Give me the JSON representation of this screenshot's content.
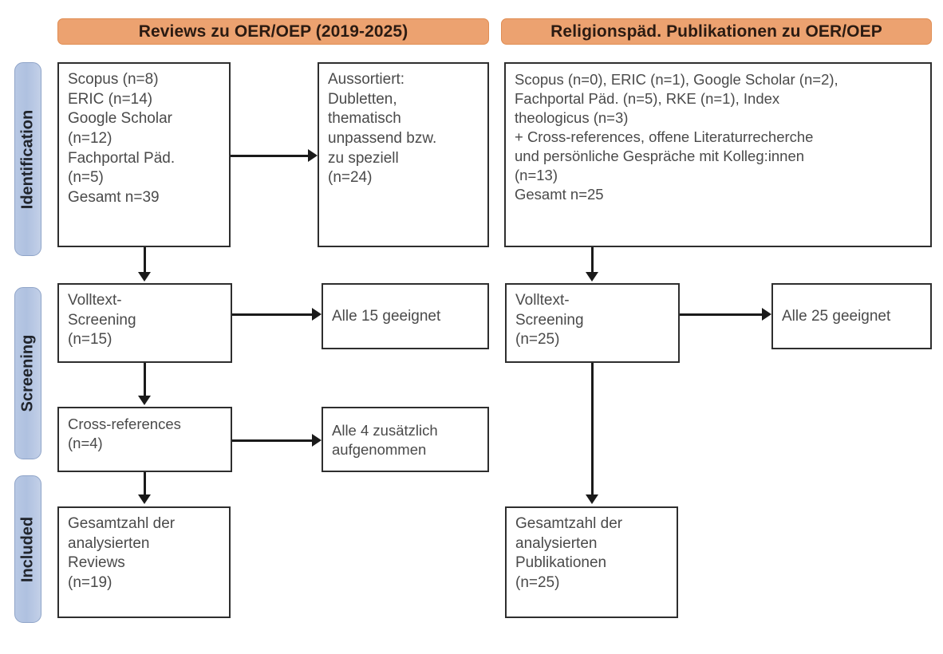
{
  "columns": {
    "left": {
      "header": "Reviews zu OER/OEP (2019-2025)"
    },
    "right": {
      "header": "Religionspäd. Publikationen zu OER/OEP"
    }
  },
  "stages": [
    {
      "key": "identification",
      "label": "Identification"
    },
    {
      "key": "screening",
      "label": "Screening"
    },
    {
      "key": "included",
      "label": "Included"
    }
  ],
  "colors": {
    "header_fill": "#ECA270",
    "header_border": "#E08E54",
    "stage_fill": "#B8C8E4",
    "stage_border": "#8FA4C8",
    "node_border": "#2E2E2E",
    "node_text": "#4A4A4A",
    "connector": "#1A1A1A",
    "background": "#FFFFFF"
  },
  "nodes": {
    "left_sources": {
      "lines": [
        "Scopus (n=8)",
        "ERIC (n=14)",
        "Google Scholar",
        "(n=12)",
        "Fachportal Päd.",
        "(n=5)",
        "Gesamt n=39"
      ]
    },
    "left_excluded": {
      "lines": [
        "Aussortiert:",
        "Dubletten,",
        "thematisch",
        "unpassend bzw.",
        "zu speziell",
        "(n=24)"
      ]
    },
    "left_fulltext": {
      "lines": [
        "Volltext-",
        "Screening",
        "(n=15)"
      ]
    },
    "left_fulltext_result": {
      "lines": [
        "Alle 15 geeignet"
      ]
    },
    "left_crossrefs": {
      "lines": [
        "Cross-references",
        "(n=4)"
      ]
    },
    "left_crossrefs_result": {
      "lines": [
        "Alle 4 zusätzlich",
        "aufgenommen"
      ]
    },
    "left_included": {
      "lines": [
        "Gesamtzahl der",
        "analysierten",
        "Reviews",
        "(n=19)"
      ]
    },
    "right_sources": {
      "lines": [
        "Scopus (n=0), ERIC (n=1), Google Scholar (n=2),",
        "Fachportal Päd. (n=5), RKE (n=1), Index",
        "theologicus (n=3)",
        "+ Cross-references, offene Literaturrecherche",
        "und persönliche Gespräche mit Kolleg:innen",
        "(n=13)",
        "Gesamt n=25"
      ]
    },
    "right_fulltext": {
      "lines": [
        "Volltext-",
        "Screening",
        "(n=25)"
      ]
    },
    "right_fulltext_result": {
      "lines": [
        "Alle 25 geeignet"
      ]
    },
    "right_included": {
      "lines": [
        "Gesamtzahl der",
        "analysierten",
        "Publikationen",
        "(n=25)"
      ]
    }
  }
}
